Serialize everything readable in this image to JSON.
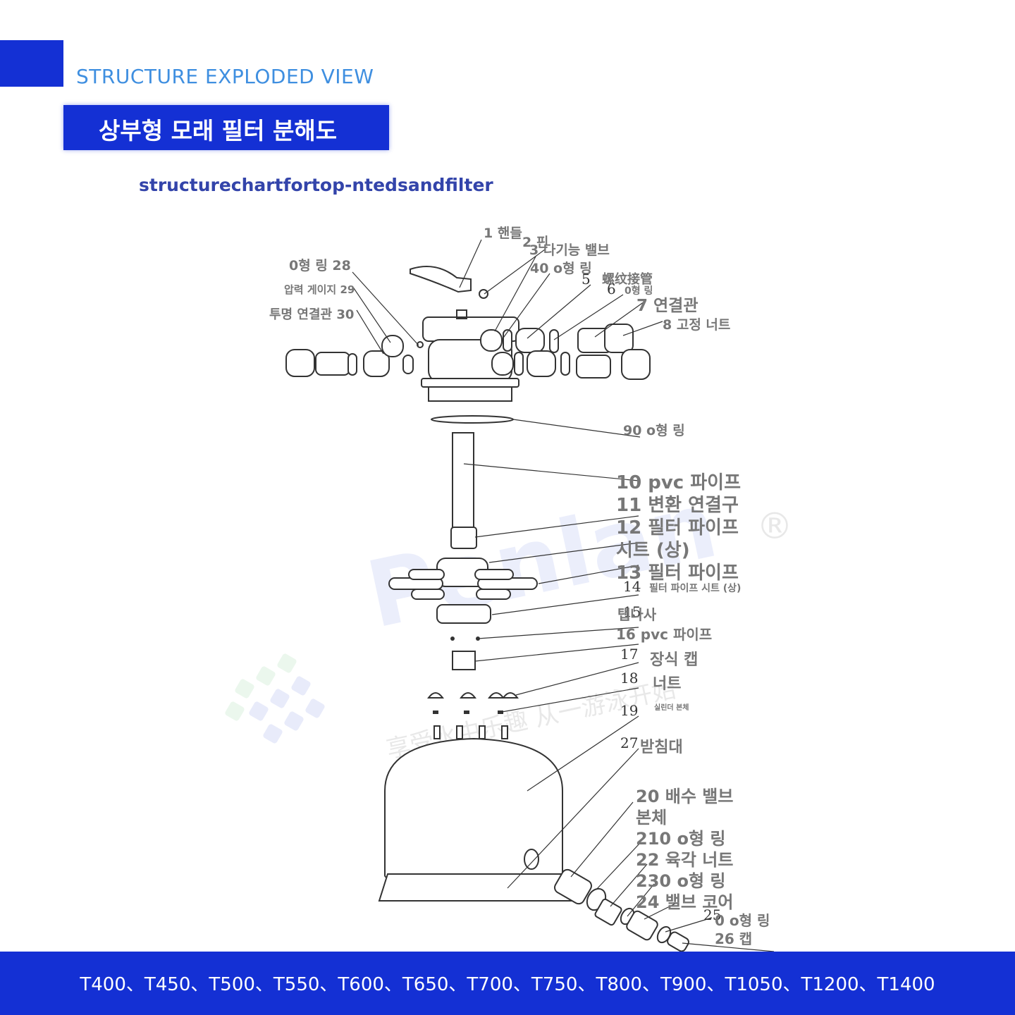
{
  "header": {
    "english_title": "STRUCTURE EXPLODED VIEW",
    "korean_title": "상부형 모래 필터 분해도",
    "subtitle": "structurechartfortop-ntedsandfilter"
  },
  "parts": {
    "p1": "1 핸들",
    "p2": "2 핀",
    "p3": "3 다기능 밸브",
    "p4": "40 o형 링",
    "p5": "5",
    "p_cn": "螺纹接管",
    "p6": "6",
    "p6b": "0형 링",
    "p7": "7 연결관",
    "p8": "8 고정 너트",
    "p28": "0형 링 28",
    "p29": "압력 게이지 29",
    "p30": "투명 연결관 30",
    "p9": "90 o형 링",
    "p10": "10 pvc 파이프",
    "p11": "11 변환 연결구",
    "p12": "12 필터 파이프",
    "p12b": "시트 (상)",
    "p13": "13 필터 파이프",
    "p14": "14",
    "p14b": "필터 파이프 시트 (상)",
    "p15": "15",
    "p15b": "탭나사",
    "p16": "16 pvc 파이프",
    "p17": "17",
    "p17b": "장식 캡",
    "p18": "18",
    "p18b": "너트",
    "p19": "19",
    "p19b": "실린더 본체",
    "p27": "27",
    "p27b": "받침대",
    "p20": "20 배수 밸브",
    "p20b": "본체",
    "p21": "210 o형 링",
    "p22": "22 육각 너트",
    "p23": "230 o형 링",
    "p24": "24 밸브 코어",
    "p25": "25",
    "p25b": "0 o형 링",
    "p26": "26 캡"
  },
  "watermark": {
    "brand": "Penlan",
    "registered": "®",
    "slogan": "享受水中乐趣 从一游泳开始"
  },
  "footer": {
    "models": "T400、T450、T500、T550、T600、T650、T700、T750、T800、T900、T1050、T1200、T1400"
  },
  "colors": {
    "accent_blue": "#1430d4",
    "header_light_blue": "#3f8fe0",
    "subtitle_blue": "#3344aa",
    "label_gray": "#777777"
  }
}
